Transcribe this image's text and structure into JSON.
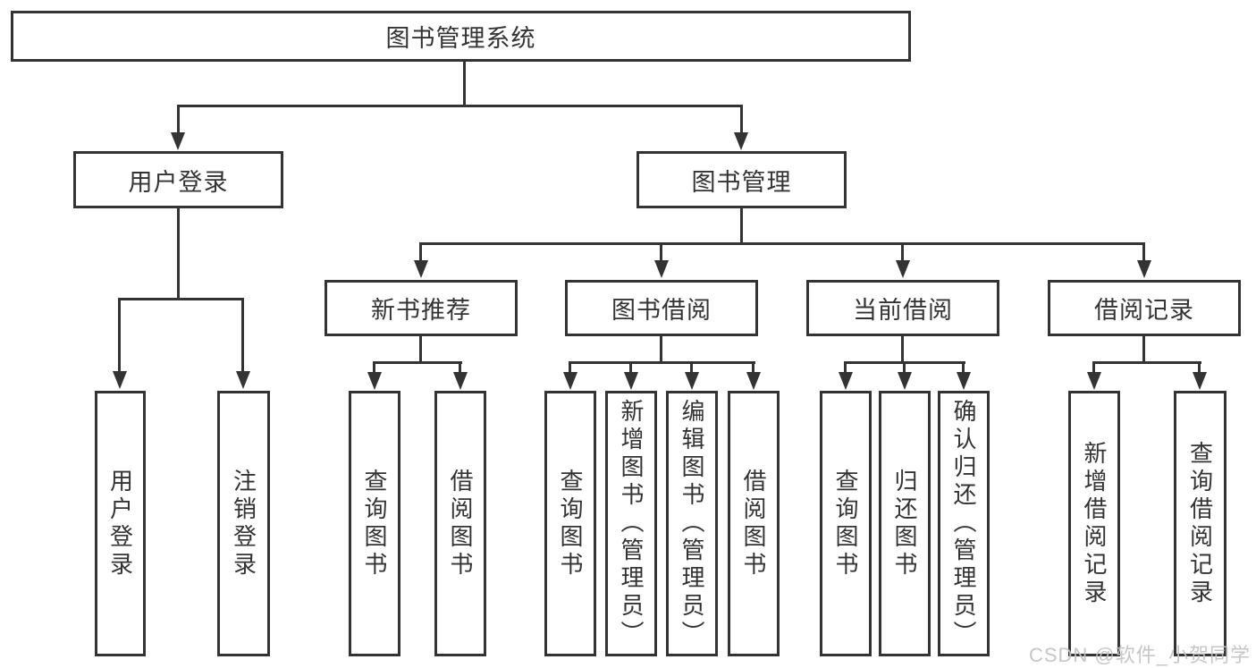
{
  "title": "图书管理系统",
  "watermark": "CSDN @软件_小贺同学",
  "colors": {
    "line": "#333333",
    "text": "#333333",
    "background": "#ffffff",
    "watermark": "#c1c1c1"
  },
  "tree": {
    "root": {
      "label": "图书管理系统"
    },
    "level2": [
      {
        "label": "用户登录"
      },
      {
        "label": "图书管理"
      }
    ],
    "level3": [
      {
        "label": "新书推荐"
      },
      {
        "label": "图书借阅"
      },
      {
        "label": "当前借阅"
      },
      {
        "label": "借阅记录"
      }
    ],
    "leaves": {
      "user_login": [
        {
          "label": "用户登录"
        },
        {
          "label": "注销登录"
        }
      ],
      "new_book": [
        {
          "label": "查询图书"
        },
        {
          "label": "借阅图书"
        }
      ],
      "book_borrow": [
        {
          "label": "查询图书"
        },
        {
          "label": "新增图书（管理员）"
        },
        {
          "label": "编辑图书（管理员）"
        },
        {
          "label": "借阅图书"
        }
      ],
      "current_borrow": [
        {
          "label": "查询图书"
        },
        {
          "label": "归还图书"
        },
        {
          "label": "确认归还（管理员）"
        }
      ],
      "borrow_record": [
        {
          "label": "新增借阅记录"
        },
        {
          "label": "查询借阅记录"
        }
      ]
    }
  }
}
